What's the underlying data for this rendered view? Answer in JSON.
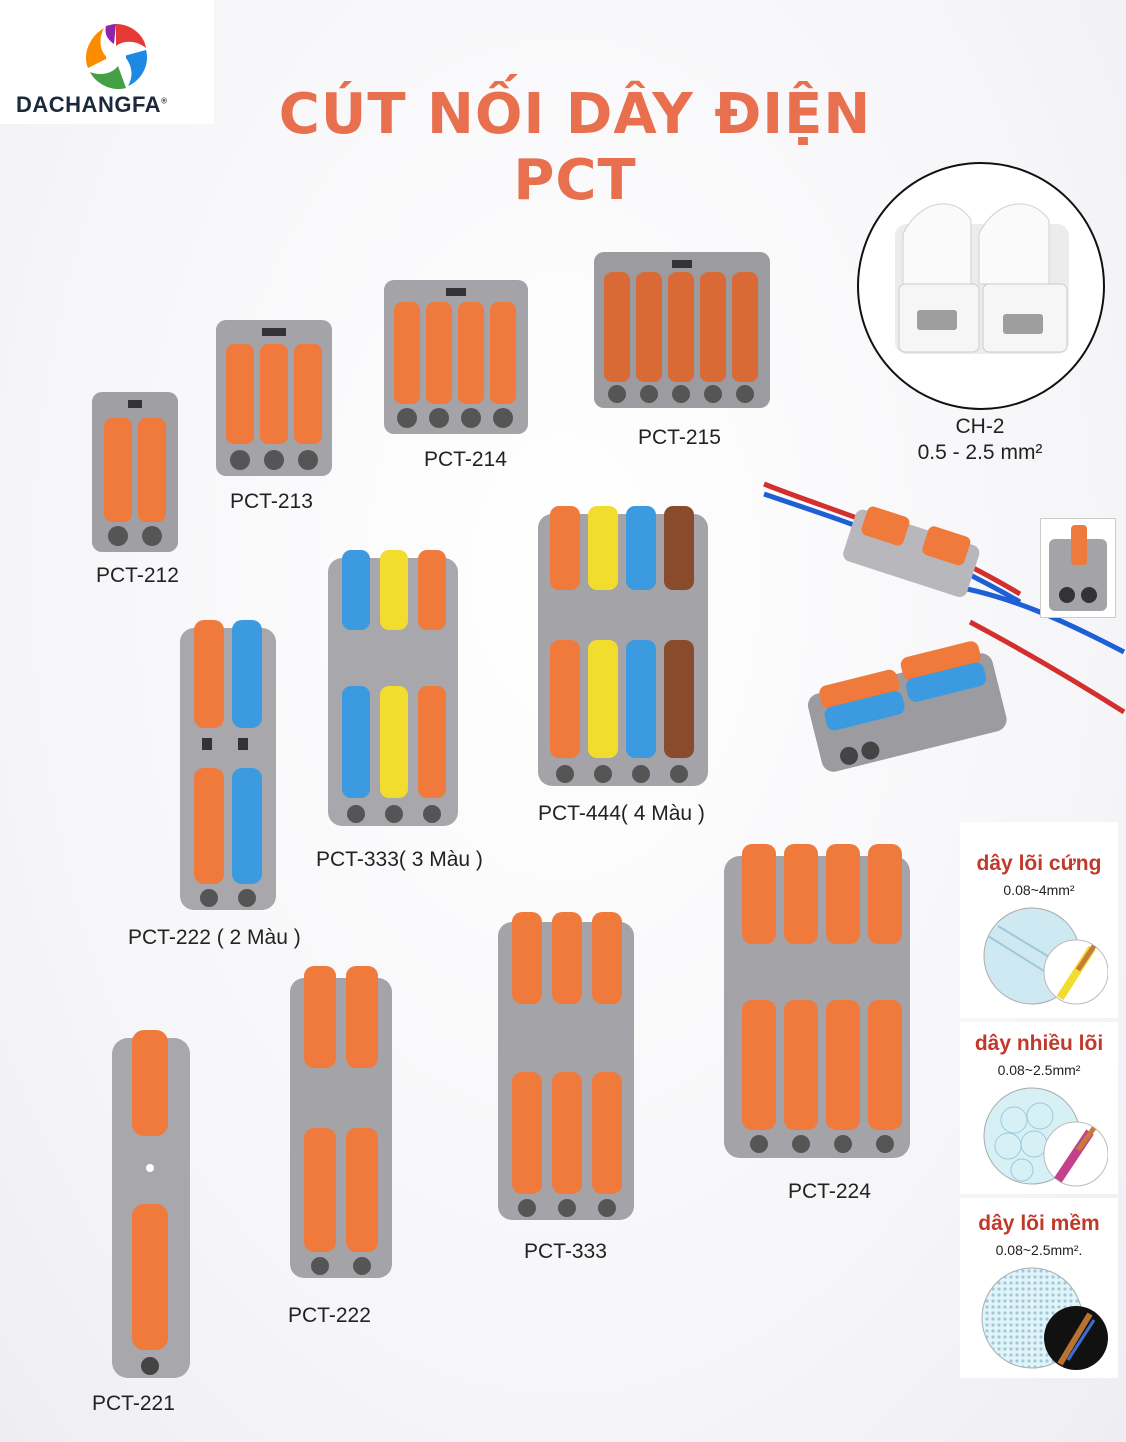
{
  "brand": {
    "name": "DACHANGFA",
    "mark": "®"
  },
  "title": {
    "line1": "CÚT NỐI DÂY ĐIỆN",
    "line2": "PCT"
  },
  "colors": {
    "accent": "#e8704e",
    "housing": "#9c9ca0",
    "lever_orange": "#f07a3c",
    "lever_blue": "#3b9ae0",
    "lever_yellow": "#f2dc2e",
    "lever_brown": "#8a4a2c",
    "wire_title_red": "#c0392b"
  },
  "products": {
    "pct212": "PCT-212",
    "pct213": "PCT-213",
    "pct214": "PCT-214",
    "pct215": "PCT-215",
    "pct222c": "PCT-222 ( 2 Màu )",
    "pct333c": "PCT-333( 3 Màu )",
    "pct444": "PCT-444( 4 Màu )",
    "pct221": "PCT-221",
    "pct222": "PCT-222",
    "pct333": "PCT-333",
    "pct224": "PCT-224"
  },
  "ch2": {
    "name": "CH-2",
    "range": "0.5 - 2.5 mm²"
  },
  "wire_types": [
    {
      "name": "dây lõi cứng",
      "spec": "0.08~4mm²"
    },
    {
      "name": "dây nhiều lõi",
      "spec": "0.08~2.5mm²"
    },
    {
      "name": "dây lõi mềm",
      "spec": "0.08~2.5mm²."
    }
  ]
}
